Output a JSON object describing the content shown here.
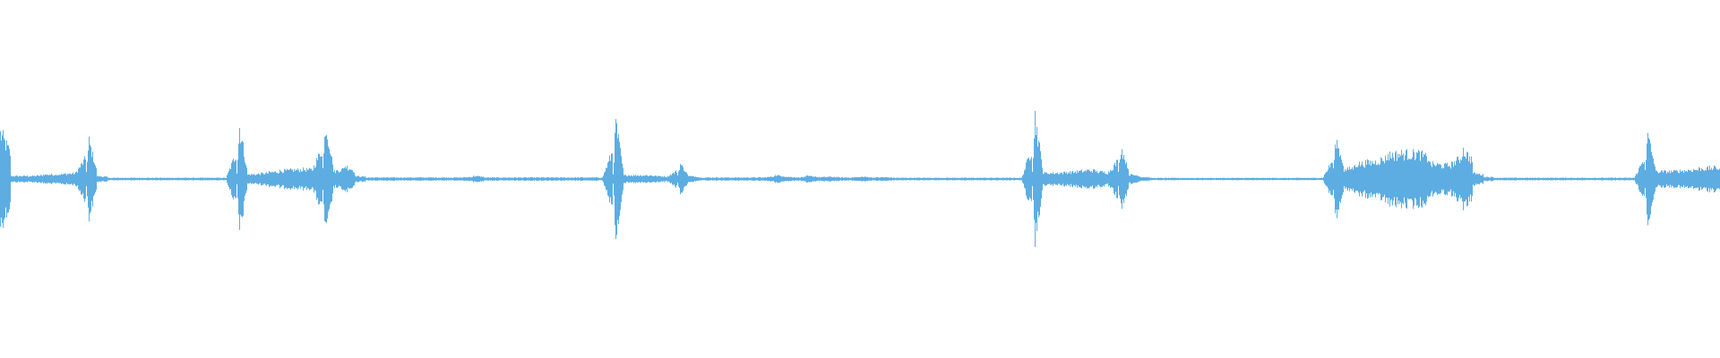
{
  "waveform": {
    "color": "#5DADE2",
    "background": "#FFFFFF",
    "channels": 1,
    "peak_envelope": [
      0.31,
      0.02,
      0.02,
      0.02,
      0.03,
      0.03,
      0.035,
      0.04,
      0.25,
      0.02,
      0.008,
      0.008,
      0.008,
      0.008,
      0.008,
      0.008,
      0.008,
      0.008,
      0.008,
      0.008,
      0.008,
      0.008,
      0.36,
      0.03,
      0.035,
      0.045,
      0.055,
      0.06,
      0.065,
      0.06,
      0.37,
      0.05,
      0.09,
      0.02,
      0.01,
      0.01,
      0.01,
      0.01,
      0.01,
      0.01,
      0.01,
      0.01,
      0.01,
      0.01,
      0.02,
      0.01,
      0.01,
      0.01,
      0.01,
      0.01,
      0.01,
      0.01,
      0.01,
      0.01,
      0.01,
      0.01,
      0.01,
      0.38,
      0.025,
      0.025,
      0.025,
      0.02,
      0.015,
      0.1,
      0.02,
      0.01,
      0.01,
      0.01,
      0.01,
      0.01,
      0.01,
      0.01,
      0.025,
      0.015,
      0.01,
      0.02,
      0.012,
      0.015,
      0.01,
      0.01,
      0.015,
      0.01,
      0.012,
      0.008,
      0.008,
      0.008,
      0.008,
      0.008,
      0.008,
      0.008,
      0.008,
      0.008,
      0.008,
      0.008,
      0.008,
      0.008,
      0.42,
      0.04,
      0.04,
      0.045,
      0.05,
      0.06,
      0.05,
      0.04,
      0.21,
      0.03,
      0.015,
      0.007,
      0.007,
      0.007,
      0.007,
      0.007,
      0.007,
      0.007,
      0.007,
      0.007,
      0.007,
      0.007,
      0.007,
      0.007,
      0.007,
      0.007,
      0.007,
      0.007,
      0.26,
      0.06,
      0.1,
      0.11,
      0.12,
      0.16,
      0.17,
      0.17,
      0.17,
      0.1,
      0.09,
      0.1,
      0.2,
      0.04,
      0.015,
      0.008,
      0.008,
      0.008,
      0.008,
      0.008,
      0.008,
      0.008,
      0.008,
      0.008,
      0.008,
      0.008,
      0.008,
      0.008,
      0.008,
      0.29,
      0.05,
      0.05,
      0.055,
      0.06,
      0.07,
      0.075
    ]
  }
}
